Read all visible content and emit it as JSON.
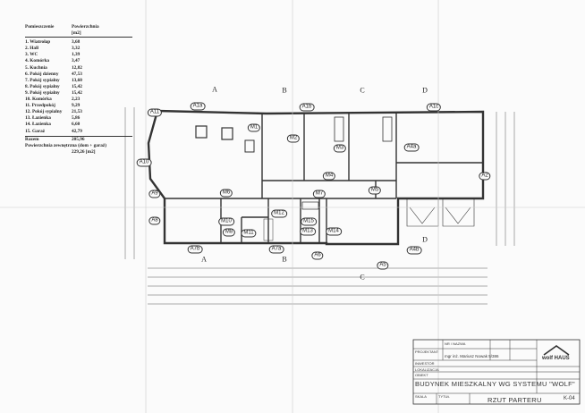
{
  "table": {
    "header": {
      "name": "Pomieszczenie",
      "area": "Powierzchnia [m2]"
    },
    "rows": [
      {
        "name": "1. Wiatrołap",
        "area": "3,68"
      },
      {
        "name": "2. Hall",
        "area": "3,32"
      },
      {
        "name": "3. WC",
        "area": "1,39"
      },
      {
        "name": "4. Komórka",
        "area": "3,47"
      },
      {
        "name": "5. Kuchnia",
        "area": "12,82"
      },
      {
        "name": "6. Pokój dzienny",
        "area": "47,53"
      },
      {
        "name": "7. Pokój sypialny",
        "area": "13,60"
      },
      {
        "name": "8. Pokój sypialny",
        "area": "15,42"
      },
      {
        "name": "9. Pokój sypialny",
        "area": "15,42"
      },
      {
        "name": "10. Komórka",
        "area": "2,23"
      },
      {
        "name": "11. Przedpokój",
        "area": "9,29"
      },
      {
        "name": "12. Pokój sypialny",
        "area": "21,53"
      },
      {
        "name": "13. Łazienka",
        "area": "5,86"
      },
      {
        "name": "14. Łazienka",
        "area": "6,60"
      },
      {
        "name": "15. Garaż",
        "area": "42,79"
      }
    ],
    "total_label": "Razem",
    "total_value": "205,96",
    "outer_label": "Powierzchnia zewnętrzna (dom + garaż)",
    "outer_value": "229,26 [m2]"
  },
  "sections": [
    "A",
    "B",
    "C",
    "D"
  ],
  "wall_labels": [
    "A1a",
    "A1b",
    "A1c",
    "A11",
    "A10",
    "A9",
    "A8",
    "A7b",
    "A7a",
    "A6",
    "A5",
    "A4b",
    "A4a",
    "A2"
  ],
  "room_labels": [
    "M1",
    "M2",
    "M3",
    "M4",
    "M5",
    "M6",
    "M7",
    "M8",
    "M10",
    "M11",
    "M12",
    "M13",
    "M14",
    "M15"
  ],
  "title_block": {
    "nr_label": "NR / NAZWA",
    "designer_label": "PROJEKTANT",
    "designer": "mgr inż. Mariusz Nowak 5/386",
    "investor_label": "INWESTOR",
    "location_label": "LOKALIZACJA",
    "object_label": "OBIEKT",
    "object": "BUDYNEK MIESZKALNY WG SYSTEMU \"WOLF\"",
    "scale_label": "SKALA",
    "title_label": "TYTUŁ",
    "title": "RZUT PARTERU",
    "sheet": "K-04",
    "logo_text": "wolf HAUS"
  }
}
